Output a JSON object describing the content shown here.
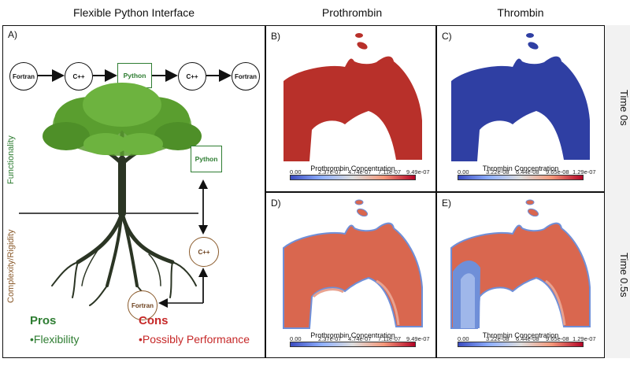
{
  "headers": {
    "left": "Flexible Python Interface",
    "prothrombin": "Prothrombin",
    "thrombin": "Thrombin"
  },
  "panel_labels": {
    "a": "A)",
    "b": "B)",
    "c": "C)",
    "d": "D)",
    "e": "E)"
  },
  "flow_chain": [
    "Fortran",
    "C++",
    "Python",
    "C++",
    "Fortran"
  ],
  "diagram": {
    "python_label": "Python",
    "cpp_label": "C++",
    "fortran_label": "Fortran",
    "functionality": "Functionality",
    "complexity": "Complexity/Rigidity",
    "pros_title": "Pros",
    "pros_item": "•Flexibility",
    "cons_title": "Cons",
    "cons_item": "•Possibly Performance"
  },
  "time_labels": {
    "t0": "Time 0s",
    "t05": "Time 0.5s"
  },
  "colorbars": {
    "prothrombin": {
      "title": "Prothrombin Concentration",
      "ticks": [
        "0.00",
        "2.37e-07",
        "4.74e-07",
        "7.11e-07",
        "9.49e-07"
      ]
    },
    "thrombin": {
      "title": "Thrombin Concentration",
      "ticks": [
        "0.00",
        "3.22e-08",
        "6.44e-08",
        "9.65e-08",
        "1.29e-07"
      ]
    }
  },
  "colors": {
    "prothrombin_high": "#b8302a",
    "thrombin_low": "#2f3fa3",
    "tree_green": "#5a9e2f",
    "trunk": "#2b3524",
    "pros_green": "#2e7d32",
    "cons_red": "#c62828",
    "complexity_brown": "#8a5a2b"
  }
}
